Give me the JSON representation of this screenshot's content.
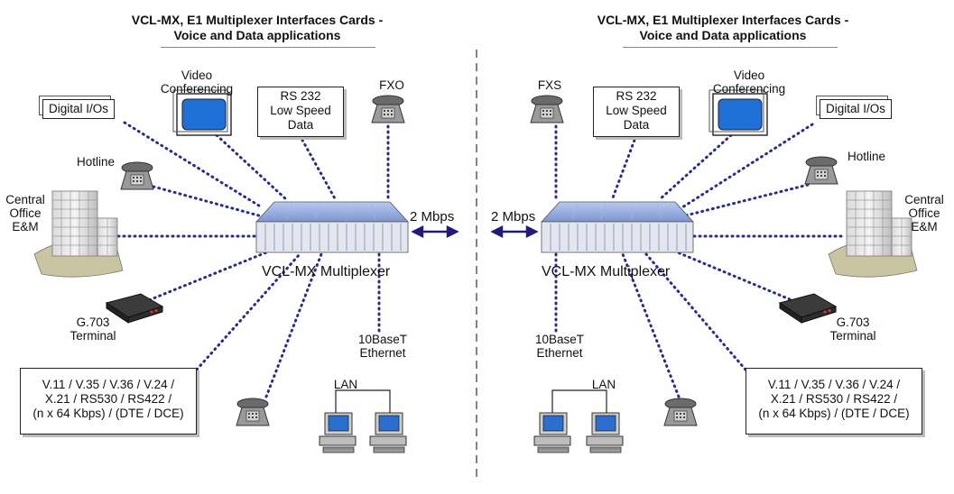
{
  "left": {
    "title_line1": "VCL-MX, E1 Multiplexer Interfaces Cards -",
    "title_line2": "Voice and Data applications",
    "digital_io": "Digital I/Os",
    "video_line1": "Video",
    "video_line2": "Conferencing",
    "rs232_line1": "RS 232",
    "rs232_line2": "Low Speed",
    "rs232_line3": "Data",
    "phone_top": "FXO",
    "hotline": "Hotline",
    "central_line1": "Central",
    "central_line2": "Office",
    "central_line3": "E&M",
    "mux": "VCL-MX Multiplexer",
    "g703_line1": "G.703",
    "g703_line2": "Terminal",
    "ethernet_line1": "10BaseT",
    "ethernet_line2": "Ethernet",
    "lan": "LAN",
    "iface_line1": "V.11 / V.35 / V.36 / V.24 /",
    "iface_line2": "X.21 / RS530 / RS422 /",
    "iface_line3": "(n x 64 Kbps) / (DTE / DCE)",
    "rate": "2 Mbps"
  },
  "right": {
    "title_line1": "VCL-MX, E1 Multiplexer Interfaces Cards -",
    "title_line2": "Voice and Data applications",
    "digital_io": "Digital I/Os",
    "video_line1": "Video",
    "video_line2": "Conferencing",
    "rs232_line1": "RS 232",
    "rs232_line2": "Low Speed",
    "rs232_line3": "Data",
    "phone_top": "FXS",
    "hotline": "Hotline",
    "central_line1": "Central",
    "central_line2": "Office",
    "central_line3": "E&M",
    "mux": "VCL-MX Multiplexer",
    "g703_line1": "G.703",
    "g703_line2": "Terminal",
    "ethernet_line1": "10BaseT",
    "ethernet_line2": "Ethernet",
    "lan": "LAN",
    "iface_line1": "V.11 / V.35 / V.36 / V.24 /",
    "iface_line2": "X.21 / RS530 / RS422 /",
    "iface_line3": "(n x 64 Kbps) / (DTE / DCE)",
    "rate": "2 Mbps"
  },
  "colors": {
    "link_dots": "#2b2a8f",
    "mux_blue": "#8aa2d8",
    "arrow": "#1f1b7a",
    "screen_blue": "#1f6fd6"
  },
  "icons": [
    "telephone-icon",
    "video-monitor-icon",
    "building-icon",
    "g703-terminal-icon",
    "pc-workstation-icon",
    "multiplexer-icon"
  ]
}
